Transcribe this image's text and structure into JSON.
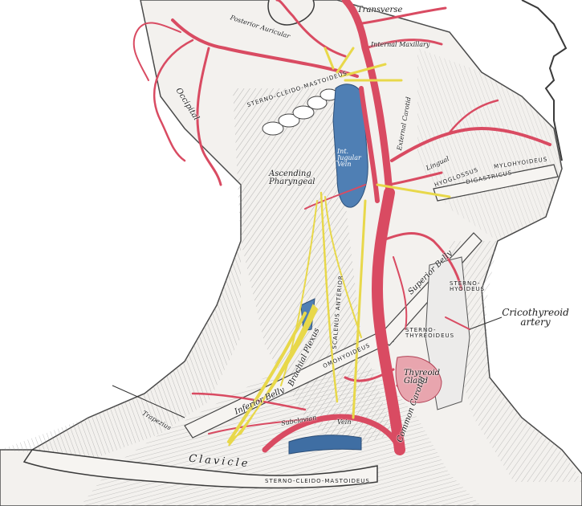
{
  "labels": {
    "transverse": "Transverse",
    "posterior_auricular": "Posterior Auricular",
    "internal_maxillary": "Internal Maxillary",
    "occipital": "Occipital",
    "sternocleido_mastoideus_upper": "STERNO-CLEIDO-MASTOIDEUS",
    "int_jugular_vein": "Int. Jugular Vein",
    "external_carotid": "External Carotid",
    "ascending_pharyngeal": "Ascending Pharyngeal",
    "lingual": "Lingual",
    "hyoglossus": "HYOGLOSSUS",
    "mylohyoideus": "MYLOHYOIDEUS",
    "digastricus": "DIGASTRICUS",
    "superior_belly": "Superior Belly",
    "sternohyoideus": "STERNO-HYOIDEUS",
    "cricothyreoid_artery": "Cricothyreoid artery",
    "sternothyreoideus": "STERNO-THYREOIDEUS",
    "thyreoid_gland": "Thyreoid Gland",
    "omohyoideus": "OMOHYOIDEUS",
    "inferior_belly": "Inferior Belly",
    "scalenus_anterior": "SCALENUS ANTERIOR",
    "brachial_plexus": "Brachial Plexus",
    "subclavian": "Subclavian",
    "clavicle": "Clavicle",
    "sternocleido_mastoideus_lower": "STERNO-CLEIDO-MASTOIDEUS",
    "common_carotid": "Common Carotid",
    "trapezius": "Trapezius",
    "vein": "Vein"
  },
  "colors": {
    "artery": "#d94b62",
    "vein": "#4f7fb4",
    "nerve": "#e8d84a",
    "line": "#5a5a5a",
    "muscle_fill": "#f7f5f2"
  }
}
